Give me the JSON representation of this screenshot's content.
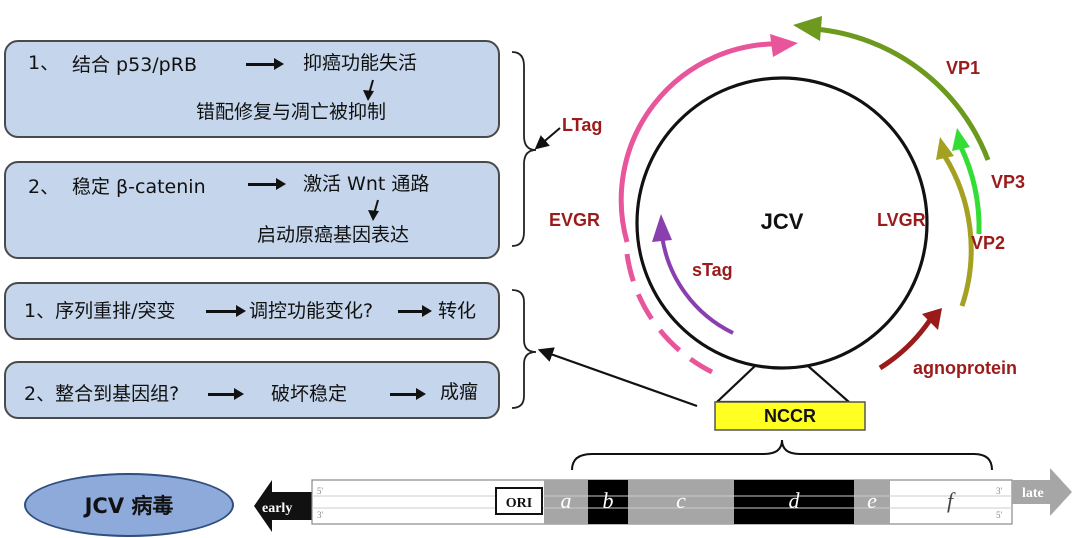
{
  "box1": {
    "num": "1、",
    "cause": "结合 p53/pRB",
    "effect": "抑癌功能失活",
    "result": "错配修复与凋亡被抑制"
  },
  "box2": {
    "num": "2、",
    "cause": "稳定 β-catenin",
    "effect": "激活 Wnt 通路",
    "result": "启动原癌基因表达"
  },
  "box3": {
    "step1": "1、序列重排/突变",
    "step2": "调控功能变化?",
    "step3": "转化"
  },
  "box4": {
    "step1": "2、整合到基因组?",
    "step2": "破坏稳定",
    "step3": "成瘤"
  },
  "genome": {
    "center": "JCV",
    "ltag": "LTag",
    "evgr": "EVGR",
    "stag": "sTag",
    "vp1": "VP1",
    "vp2": "VP2",
    "vp3": "VP3",
    "lvgr": "LVGR",
    "agno": "agnoprotein",
    "nccr": "NCCR"
  },
  "strip": {
    "early": "early",
    "late": "late",
    "ori": "ORI",
    "five_left": "5'",
    "three_left": "3'",
    "three_right": "3'",
    "five_right": "5'",
    "segments": [
      "a",
      "b",
      "c",
      "d",
      "e",
      "f"
    ]
  },
  "virus_label": "JCV 病毒",
  "colors": {
    "box_fill": "#c5d6ec",
    "ltag": "#e8559a",
    "stag": "#8a3fae",
    "vp1": "#6d9a1e",
    "vp3": "#33dd33",
    "vp2": "#a4a021",
    "agno": "#9b1b1b",
    "nccr": "#ffff22",
    "ellipse": "#8eaadb"
  }
}
